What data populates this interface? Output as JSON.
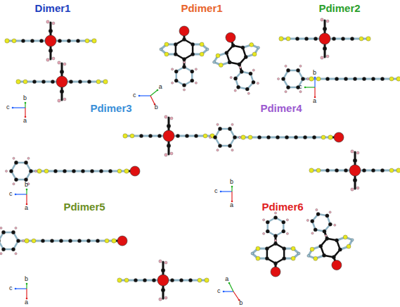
{
  "diagram": {
    "labels": [
      "Dimer1",
      "Pdimer1",
      "Pdimer2",
      "Pdimer3",
      "Pdimer4",
      "Pdimer5",
      "Pdimer6",
      "c",
      "b",
      "a",
      "c",
      "a",
      "b",
      "b",
      "c",
      "a",
      "c",
      "b",
      "a",
      "c",
      "b",
      "a",
      "c",
      "b",
      "a",
      "c",
      "a",
      "b"
    ]
  }
}
